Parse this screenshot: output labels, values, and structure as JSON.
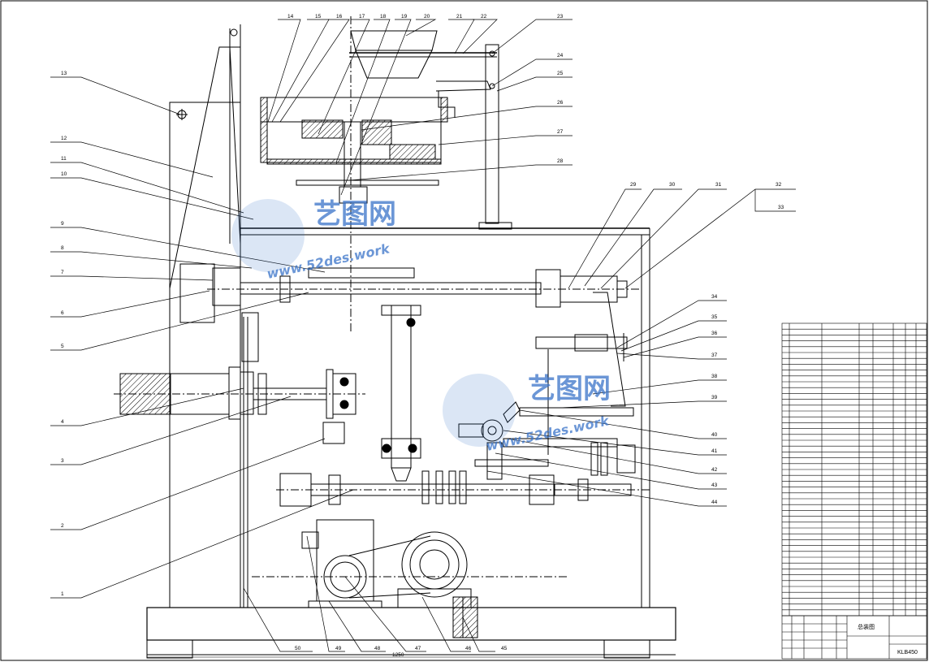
{
  "drawing": {
    "title": "总装图",
    "drawing_number": "KLB450",
    "dimension_width": "1250"
  },
  "watermarks": [
    {
      "cn": "艺图网",
      "url": "www.52des.work"
    },
    {
      "cn": "艺图网",
      "url": "www.52des.work"
    }
  ],
  "callouts_left": [
    "13",
    "12",
    "11",
    "10",
    "9",
    "8",
    "7",
    "6",
    "5",
    "4",
    "3",
    "2",
    "1"
  ],
  "callouts_top": [
    "14",
    "15",
    "16",
    "17",
    "18",
    "19",
    "20",
    "21",
    "22"
  ],
  "callouts_right": [
    "23",
    "24",
    "25",
    "26",
    "27",
    "28",
    "29",
    "30",
    "31",
    "32",
    "33",
    "34",
    "35",
    "36",
    "37",
    "38",
    "39",
    "40",
    "41",
    "42",
    "43",
    "44"
  ],
  "callouts_bottom": [
    "50",
    "49",
    "48",
    "47",
    "46",
    "45"
  ],
  "colors": {
    "line": "#000000",
    "watermark": "#3a74c9"
  }
}
